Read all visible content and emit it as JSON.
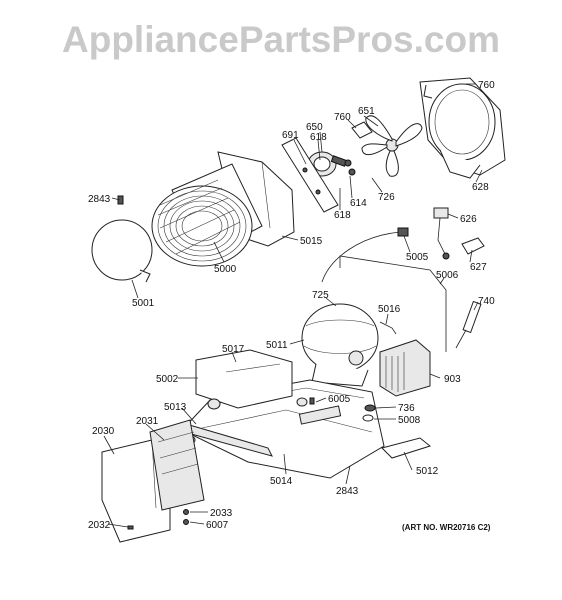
{
  "watermark": "AppliancePartsPros.com",
  "art_number": "(ART NO. WR20716 C2)",
  "callouts": {
    "p760a": "760",
    "p651": "651",
    "p760b": "760",
    "p650": "650",
    "p618a": "618",
    "p691": "691",
    "p628": "628",
    "p726": "726",
    "p614": "614",
    "p618b": "618",
    "p2843a": "2843",
    "p5015": "5015",
    "p626": "626",
    "p5005": "5005",
    "p627": "627",
    "p5000": "5000",
    "p5006": "5006",
    "p5001": "5001",
    "p725": "725",
    "p740": "740",
    "p5016": "5016",
    "p5011": "5011",
    "p5017": "5017",
    "p5002": "5002",
    "p903": "903",
    "p6005": "6005",
    "p736": "736",
    "p5008": "5008",
    "p5013": "5013",
    "p2031": "2031",
    "p2030": "2030",
    "p5012": "5012",
    "p5014": "5014",
    "p2843b": "2843",
    "p2033": "2033",
    "p2032": "2032",
    "p6007": "6007"
  }
}
